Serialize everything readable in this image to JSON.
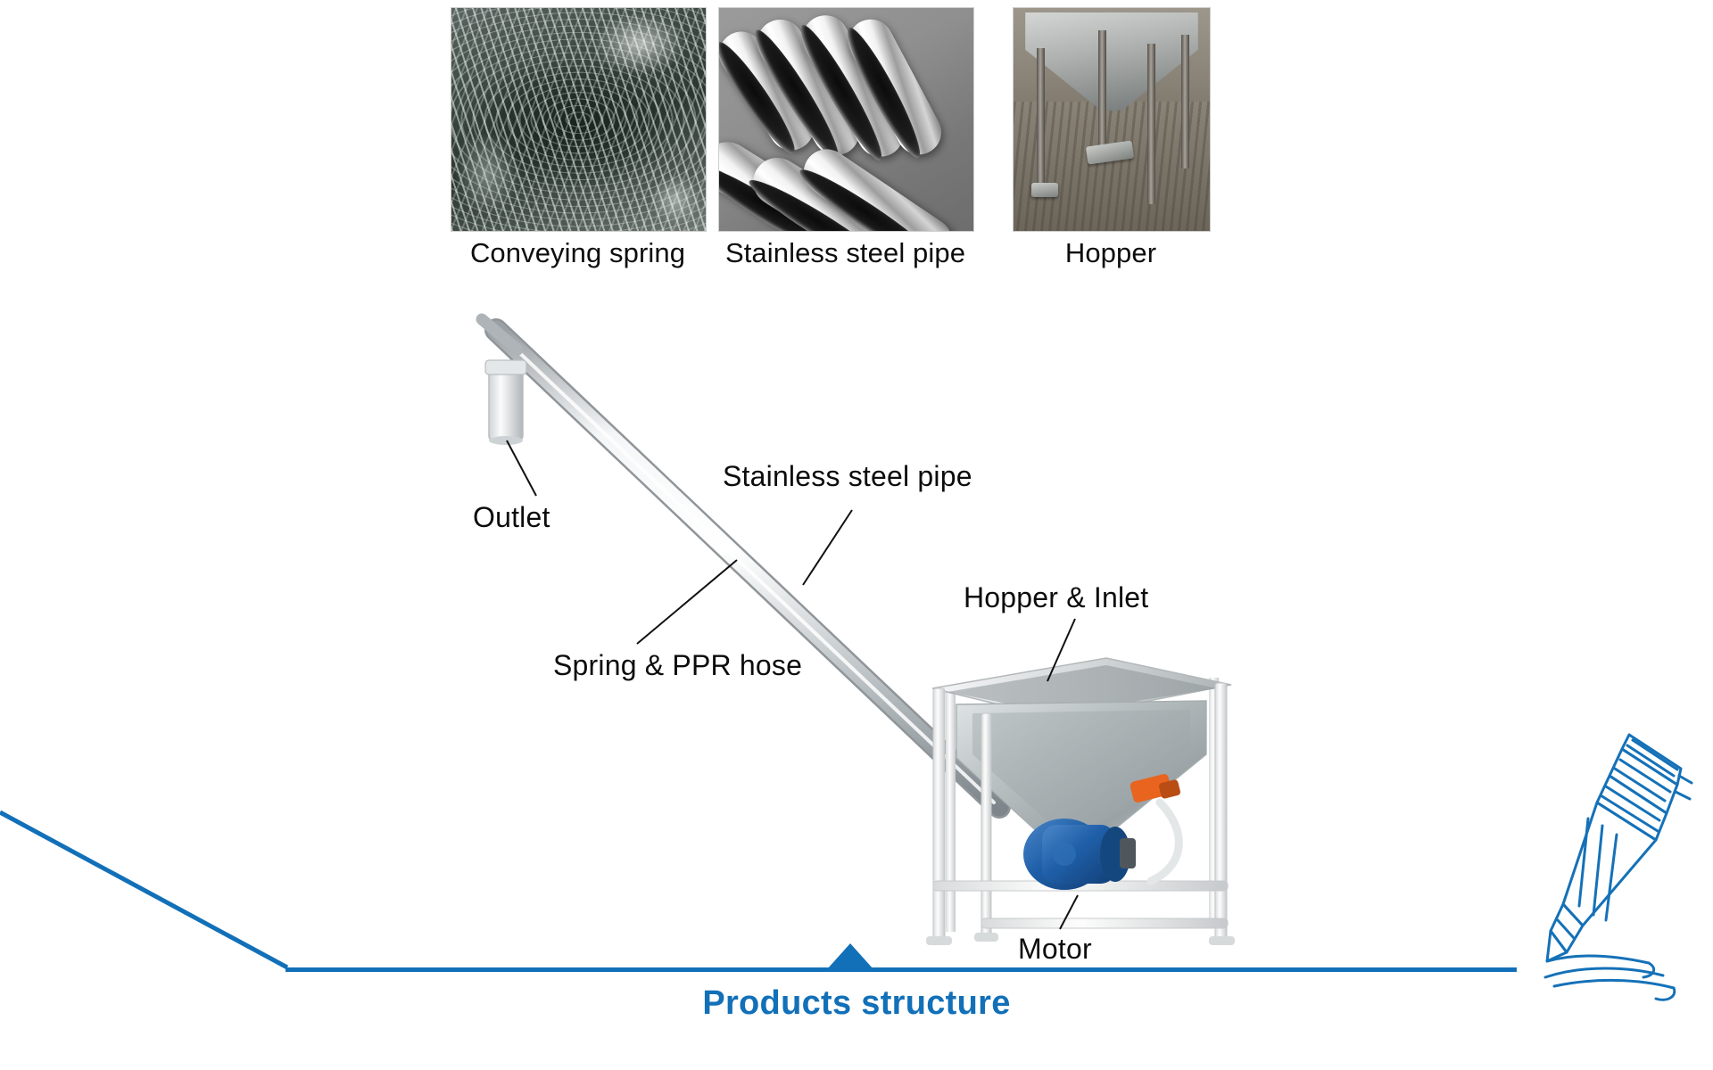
{
  "slide": {
    "title": "Products structure",
    "accent_color": "#1270b8",
    "background_color": "#ffffff",
    "text_color": "#0c0c0c"
  },
  "photo_strip": {
    "items": [
      {
        "caption": "Conveying spring",
        "icon": "coiled-spring-photo"
      },
      {
        "caption": "Stainless steel pipe",
        "icon": "steel-pipes-photo"
      },
      {
        "caption": "Hopper",
        "icon": "hopper-photo"
      }
    ]
  },
  "diagram": {
    "name": "screw-conveyor-diagram",
    "labels": [
      {
        "id": "outlet",
        "text": "Outlet"
      },
      {
        "id": "stainless-steel-pipe",
        "text": "Stainless steel pipe"
      },
      {
        "id": "spring-ppr-hose",
        "text": "Spring & PPR hose"
      },
      {
        "id": "hopper-inlet",
        "text": "Hopper & Inlet"
      },
      {
        "id": "motor",
        "text": "Motor"
      }
    ],
    "parts": {
      "tube_color": "#c9cdd0",
      "frame_color": "#f2f3f4",
      "funnel_color": "#b6bcbe",
      "motor_color": "#1f5fa8",
      "valve_color": "#e8641f"
    }
  },
  "decoration": {
    "pen_icon": "pen-sketch-icon",
    "triangle_icon": "triangle-marker-icon"
  }
}
